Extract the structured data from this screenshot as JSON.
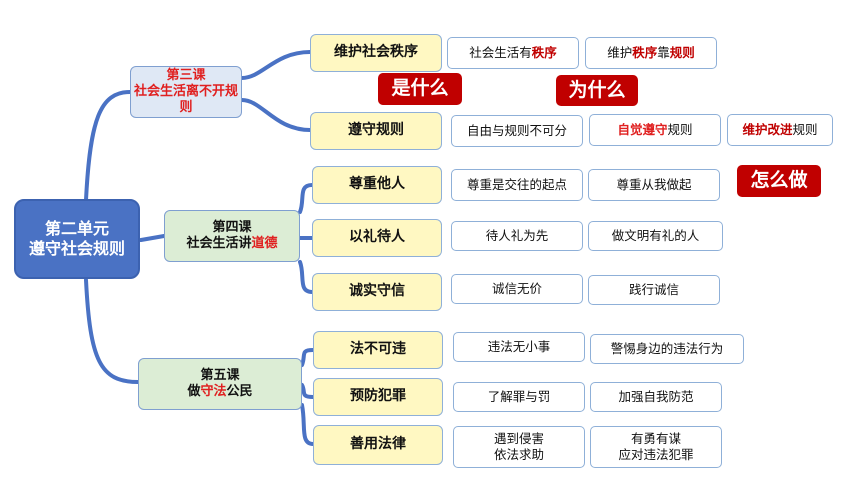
{
  "root": {
    "line1": "第二单元",
    "line2": "遵守社会规则"
  },
  "lesson3": {
    "line1": "第三课",
    "line2": "社会生活离不开规则"
  },
  "lesson4": {
    "line1": "第四课",
    "line2_pre": "社会生活讲",
    "line2_hl": "道德"
  },
  "lesson5": {
    "line1": "第五课",
    "line2_pre": "做",
    "line2_hl": "守法",
    "line2_post": "公民"
  },
  "topics": {
    "t1": "维护社会秩序",
    "t2": "遵守规则",
    "t3": "尊重他人",
    "t4": "以礼待人",
    "t5": "诚实守信",
    "t6": "法不可违",
    "t7": "预防犯罪",
    "t8": "善用法律"
  },
  "leaves": {
    "t1a_pre": "社会生活有",
    "t1a_hl": "秩序",
    "t1b_pre": "维护",
    "t1b_hl": "秩序",
    "t1b_mid": "靠",
    "t1b_hl2": "规则",
    "t2a": "自由与规则不可分",
    "t2b_hl": "自觉遵守",
    "t2b_post": "规则",
    "t2c_hl": "维护改进",
    "t2c_post": "规则",
    "t3a": "尊重是交往的起点",
    "t3b": "尊重从我做起",
    "t4a": "待人礼为先",
    "t4b": "做文明有礼的人",
    "t5a": "诚信无价",
    "t5b": "践行诚信",
    "t6a": "违法无小事",
    "t6b": "警惕身边的违法行为",
    "t7a": "了解罪与罚",
    "t7b": "加强自我防范",
    "t8a_l1": "遇到侵害",
    "t8a_l2": "依法求助",
    "t8b_l1": "有勇有谋",
    "t8b_l2": "应对违法犯罪"
  },
  "tags": {
    "what": "是什么",
    "why": "为什么",
    "how": "怎么做"
  },
  "colors": {
    "connector": "#4a72c4",
    "highlight": "#e02020",
    "tag_bg": "#c00000"
  }
}
